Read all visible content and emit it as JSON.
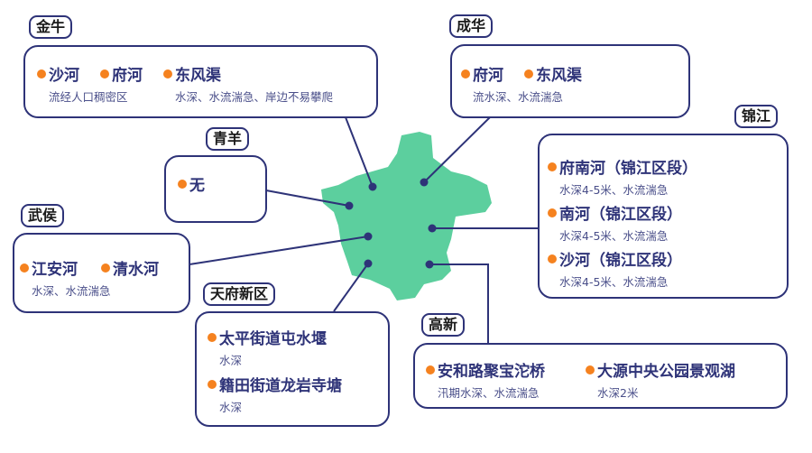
{
  "colors": {
    "accent": "#f5821f",
    "primary": "#2e3378",
    "map": "#5ccf9e"
  },
  "districts": {
    "jinniu": {
      "name": "金牛",
      "items": [
        {
          "title": "沙河",
          "note": "流经人口稠密区"
        },
        {
          "title": "府河"
        },
        {
          "title": "东风渠",
          "note": "水深、水流湍急、岸边不易攀爬"
        }
      ]
    },
    "qingyang": {
      "name": "青羊",
      "items": [
        {
          "title": "无"
        }
      ]
    },
    "wuhou": {
      "name": "武侯",
      "items": [
        {
          "title": "江安河",
          "note": "水深、水流湍急"
        },
        {
          "title": "清水河"
        }
      ]
    },
    "tianfu": {
      "name": "天府新区",
      "items": [
        {
          "title": "太平街道屯水堰",
          "note": "水深"
        },
        {
          "title": "籍田街道龙岩寺塘",
          "note": "水深"
        }
      ]
    },
    "chenghua": {
      "name": "成华",
      "items": [
        {
          "title": "府河",
          "note": "流水深、水流湍急"
        },
        {
          "title": "东风渠"
        }
      ]
    },
    "jinjiang": {
      "name": "锦江",
      "items": [
        {
          "title": "府南河（锦江区段）",
          "note": "水深4-5米、水流湍急"
        },
        {
          "title": "南河（锦江区段）",
          "note": "水深4-5米、水流湍急"
        },
        {
          "title": "沙河（锦江区段）",
          "note": "水深4-5米、水流湍急"
        }
      ]
    },
    "gaoxin": {
      "name": "高新",
      "items": [
        {
          "title": "安和路聚宝沱桥",
          "note": "汛期水深、水流湍急"
        },
        {
          "title": "大源中央公园景观湖",
          "note": "水深2米"
        }
      ]
    }
  }
}
